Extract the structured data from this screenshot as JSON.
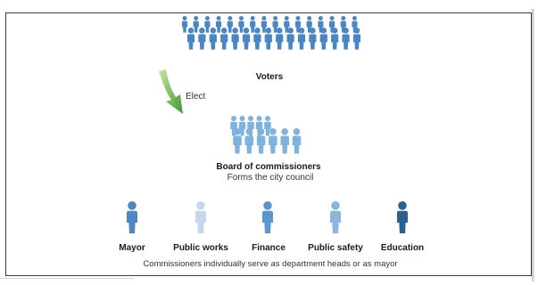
{
  "voters_label": "Voters",
  "elect_label": "Elect",
  "board": {
    "title": "Board of commissioners",
    "subtitle": "Forms the city council"
  },
  "departments": [
    {
      "label": "Mayor",
      "color": "#4f87c1"
    },
    {
      "label": "Public works",
      "color": "#c7d6e8"
    },
    {
      "label": "Finance",
      "color": "#5e95cc"
    },
    {
      "label": "Public safety",
      "color": "#8db4dd"
    },
    {
      "label": "Education",
      "color": "#2d5f8f"
    }
  ],
  "footnote": "Commissioners individually serve as department heads or as mayor",
  "colors": {
    "voters": "#4a86c4",
    "board": "#7fb3df",
    "arrow_start": "#c8e39a",
    "arrow_end": "#3f9a3a"
  }
}
